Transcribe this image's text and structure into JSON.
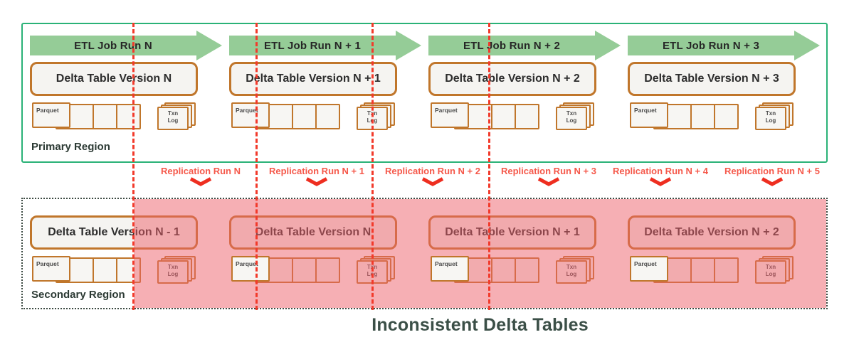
{
  "colors": {
    "green_border": "#2ab277",
    "arrow_green": "#95cc97",
    "orange": "#c0762b",
    "red_dash": "#f23a2b",
    "red_text": "#f5584a",
    "chevron_red": "#ee2e20",
    "pink_overlay": "rgba(238,95,105,0.5)",
    "dot_border": "#3c4a42",
    "caption_color": "#3b4f47"
  },
  "primary_region": {
    "label": "Primary Region",
    "groups": [
      {
        "etl_label": "ETL Job Run N",
        "table_label": "Delta Table Version N",
        "parquet_label": "Parquet",
        "txn_log_label": "Txn\nLog"
      },
      {
        "etl_label": "ETL Job Run N + 1",
        "table_label": "Delta Table Version N + 1",
        "parquet_label": "Parquet",
        "txn_log_label": "Txn\nLog"
      },
      {
        "etl_label": "ETL Job Run N + 2",
        "table_label": "Delta Table Version N + 2",
        "parquet_label": "Parquet",
        "txn_log_label": "Txn\nLog"
      },
      {
        "etl_label": "ETL Job Run N + 3",
        "table_label": "Delta Table Version N + 3",
        "parquet_label": "Parquet",
        "txn_log_label": "Txn\nLog"
      }
    ]
  },
  "replication_runs": [
    "Replication Run N",
    "Replication Run N + 1",
    "Replication Run N + 2",
    "Replication Run N + 3",
    "Replication Run N + 4",
    "Replication Run N + 5"
  ],
  "secondary_region": {
    "label": "Secondary Region",
    "groups": [
      {
        "table_label": "Delta Table Version N - 1",
        "parquet_label": "Parquet",
        "txn_log_label": "Txn\nLog"
      },
      {
        "table_label": "Delta Table Version N",
        "parquet_label": "Parquet",
        "txn_log_label": "Txn\nLog"
      },
      {
        "table_label": "Delta Table Version N + 1",
        "parquet_label": "Parquet",
        "txn_log_label": "Txn\nLog"
      },
      {
        "table_label": "Delta Table Version N + 2",
        "parquet_label": "Parquet",
        "txn_log_label": "Txn\nLog"
      }
    ]
  },
  "caption": "Inconsistent Delta Tables"
}
